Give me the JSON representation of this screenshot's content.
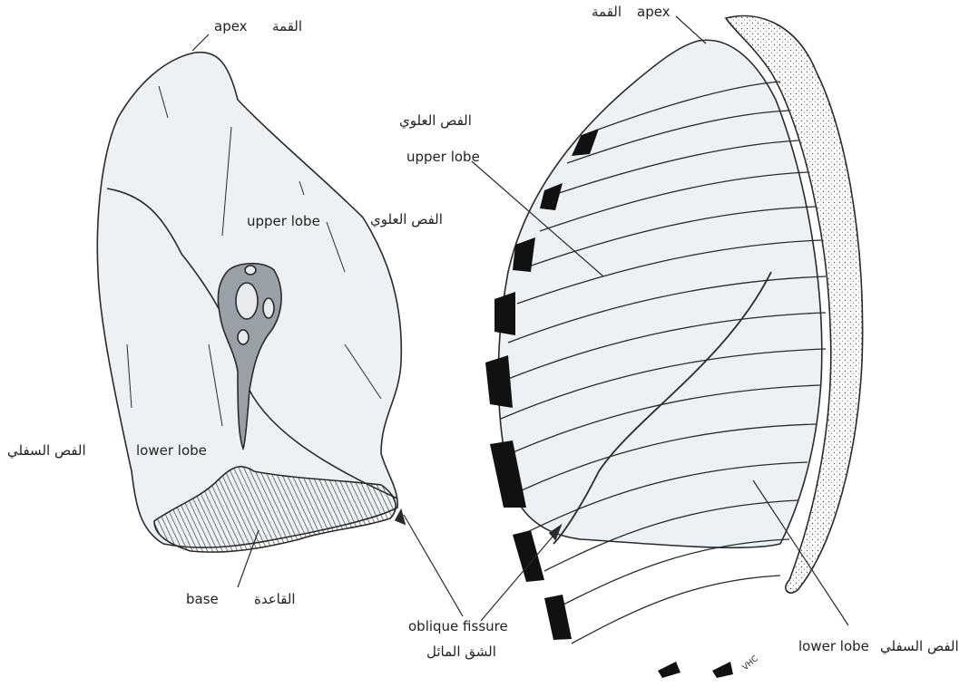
{
  "left_lung": {
    "apex_en": "apex",
    "apex_ar": "القمة",
    "upper_lobe_en": "upper lobe",
    "upper_lobe_ar": "الفص العلوي",
    "lower_lobe_en": "lower lobe",
    "lower_lobe_ar": "الفص السفلي",
    "base_en": "base",
    "base_ar": "القاعدة"
  },
  "right_figure": {
    "apex_en": "apex",
    "apex_ar": "القمة",
    "upper_lobe_en": "upper lobe",
    "upper_lobe_ar": "الفص العلوي",
    "lower_lobe_en": "lower lobe",
    "lower_lobe_ar": "الفص السفلي"
  },
  "shared": {
    "oblique_fissure_en": "oblique fissure",
    "oblique_fissure_ar": "الشق المائل"
  },
  "signature": "VHC",
  "colors": {
    "line": "#2a2a2a",
    "lung_tint": "#eef1f4",
    "cartilage": "#111111"
  }
}
